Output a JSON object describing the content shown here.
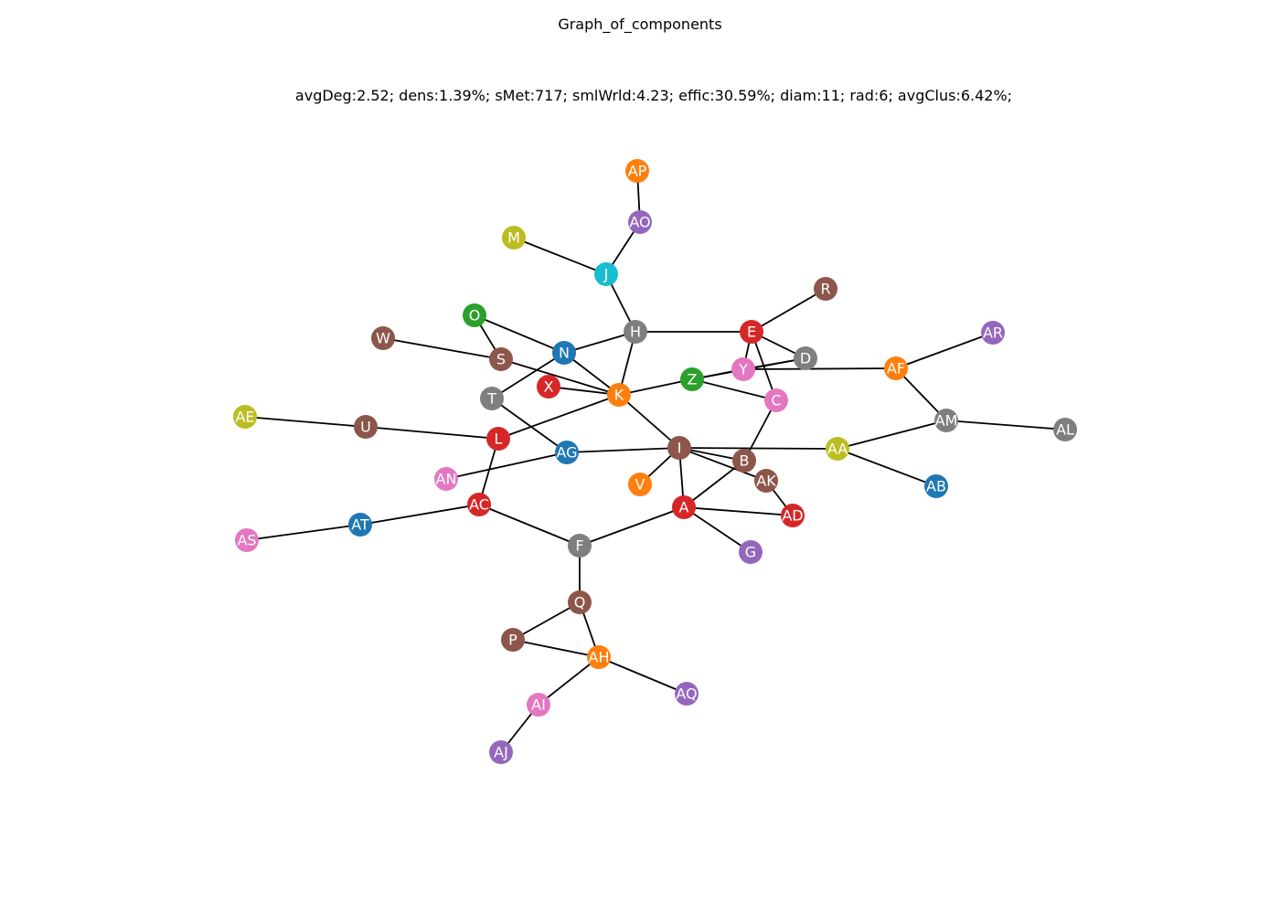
{
  "title": "Graph_of_components",
  "subtitle": "avgDeg:2.52; dens:1.39%; sMet:717; smlWrld:4.23; effic:30.59%; diam:11; rad:6; avgClus:6.42%;",
  "nodes": [
    {
      "id": "A",
      "color": "#d62728"
    },
    {
      "id": "B",
      "color": "#8c564b"
    },
    {
      "id": "C",
      "color": "#e377c2"
    },
    {
      "id": "D",
      "color": "#7f7f7f"
    },
    {
      "id": "E",
      "color": "#d62728"
    },
    {
      "id": "F",
      "color": "#7f7f7f"
    },
    {
      "id": "G",
      "color": "#9467bd"
    },
    {
      "id": "H",
      "color": "#7f7f7f"
    },
    {
      "id": "I",
      "color": "#8c564b"
    },
    {
      "id": "J",
      "color": "#17becf"
    },
    {
      "id": "K",
      "color": "#ff7f0e"
    },
    {
      "id": "L",
      "color": "#d62728"
    },
    {
      "id": "M",
      "color": "#bcbd22"
    },
    {
      "id": "N",
      "color": "#1f77b4"
    },
    {
      "id": "O",
      "color": "#2ca02c"
    },
    {
      "id": "P",
      "color": "#8c564b"
    },
    {
      "id": "Q",
      "color": "#8c564b"
    },
    {
      "id": "R",
      "color": "#8c564b"
    },
    {
      "id": "S",
      "color": "#8c564b"
    },
    {
      "id": "T",
      "color": "#7f7f7f"
    },
    {
      "id": "U",
      "color": "#8c564b"
    },
    {
      "id": "V",
      "color": "#ff7f0e"
    },
    {
      "id": "W",
      "color": "#8c564b"
    },
    {
      "id": "X",
      "color": "#d62728"
    },
    {
      "id": "Y",
      "color": "#e377c2"
    },
    {
      "id": "Z",
      "color": "#2ca02c"
    },
    {
      "id": "AA",
      "color": "#bcbd22"
    },
    {
      "id": "AB",
      "color": "#1f77b4"
    },
    {
      "id": "AC",
      "color": "#d62728"
    },
    {
      "id": "AD",
      "color": "#d62728"
    },
    {
      "id": "AE",
      "color": "#bcbd22"
    },
    {
      "id": "AF",
      "color": "#ff7f0e"
    },
    {
      "id": "AG",
      "color": "#1f77b4"
    },
    {
      "id": "AH",
      "color": "#ff7f0e"
    },
    {
      "id": "AI",
      "color": "#e377c2"
    },
    {
      "id": "AJ",
      "color": "#9467bd"
    },
    {
      "id": "AK",
      "color": "#8c564b"
    },
    {
      "id": "AL",
      "color": "#7f7f7f"
    },
    {
      "id": "AM",
      "color": "#7f7f7f"
    },
    {
      "id": "AN",
      "color": "#e377c2"
    },
    {
      "id": "AO",
      "color": "#9467bd"
    },
    {
      "id": "AP",
      "color": "#ff7f0e"
    },
    {
      "id": "AQ",
      "color": "#9467bd"
    },
    {
      "id": "AR",
      "color": "#9467bd"
    },
    {
      "id": "AS",
      "color": "#e377c2"
    },
    {
      "id": "AT",
      "color": "#1f77b4"
    }
  ],
  "edges": [
    [
      "AP",
      "AO"
    ],
    [
      "AO",
      "J"
    ],
    [
      "M",
      "J"
    ],
    [
      "J",
      "H"
    ],
    [
      "H",
      "E"
    ],
    [
      "H",
      "N"
    ],
    [
      "H",
      "K"
    ],
    [
      "E",
      "R"
    ],
    [
      "E",
      "Y"
    ],
    [
      "E",
      "D"
    ],
    [
      "E",
      "C"
    ],
    [
      "D",
      "Y"
    ],
    [
      "D",
      "Z"
    ],
    [
      "Y",
      "AF"
    ],
    [
      "Y",
      "Z"
    ],
    [
      "AF",
      "AR"
    ],
    [
      "AF",
      "AM"
    ],
    [
      "AM",
      "AL"
    ],
    [
      "AM",
      "AA"
    ],
    [
      "AA",
      "AB"
    ],
    [
      "AA",
      "I"
    ],
    [
      "O",
      "N"
    ],
    [
      "O",
      "S"
    ],
    [
      "W",
      "S"
    ],
    [
      "S",
      "K"
    ],
    [
      "N",
      "T"
    ],
    [
      "N",
      "K"
    ],
    [
      "X",
      "K"
    ],
    [
      "K",
      "Z"
    ],
    [
      "K",
      "L"
    ],
    [
      "K",
      "I"
    ],
    [
      "Z",
      "C"
    ],
    [
      "C",
      "B"
    ],
    [
      "T",
      "AG"
    ],
    [
      "AE",
      "U"
    ],
    [
      "U",
      "L"
    ],
    [
      "L",
      "AC"
    ],
    [
      "AG",
      "I"
    ],
    [
      "AG",
      "AN"
    ],
    [
      "I",
      "V"
    ],
    [
      "I",
      "A"
    ],
    [
      "I",
      "B"
    ],
    [
      "I",
      "AK"
    ],
    [
      "B",
      "A"
    ],
    [
      "AK",
      "AD"
    ],
    [
      "A",
      "AD"
    ],
    [
      "A",
      "G"
    ],
    [
      "A",
      "F"
    ],
    [
      "AC",
      "AT"
    ],
    [
      "AT",
      "AS"
    ],
    [
      "AC",
      "F"
    ],
    [
      "F",
      "Q"
    ],
    [
      "Q",
      "P"
    ],
    [
      "Q",
      "AH"
    ],
    [
      "P",
      "AH"
    ],
    [
      "AH",
      "AQ"
    ],
    [
      "AH",
      "AI"
    ],
    [
      "AI",
      "AJ"
    ]
  ]
}
